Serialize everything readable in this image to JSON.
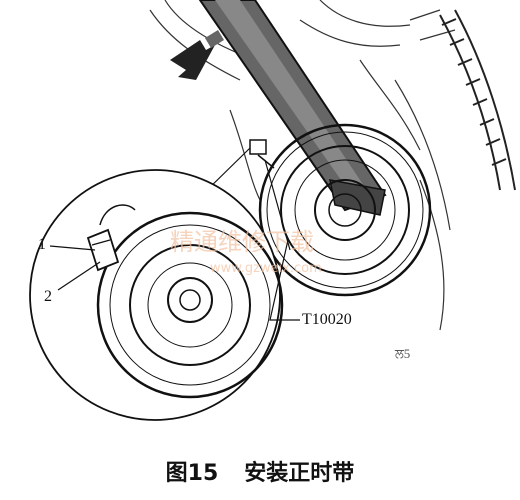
{
  "figure": {
    "callouts": {
      "part_1": "1",
      "part_2": "2",
      "tool": "T10020",
      "corner_mark": "ਲ5"
    },
    "watermark": "精通维修下载",
    "watermark_url": "www.gzweix.com"
  },
  "caption": {
    "number": "图15",
    "title": "安装正时带"
  }
}
